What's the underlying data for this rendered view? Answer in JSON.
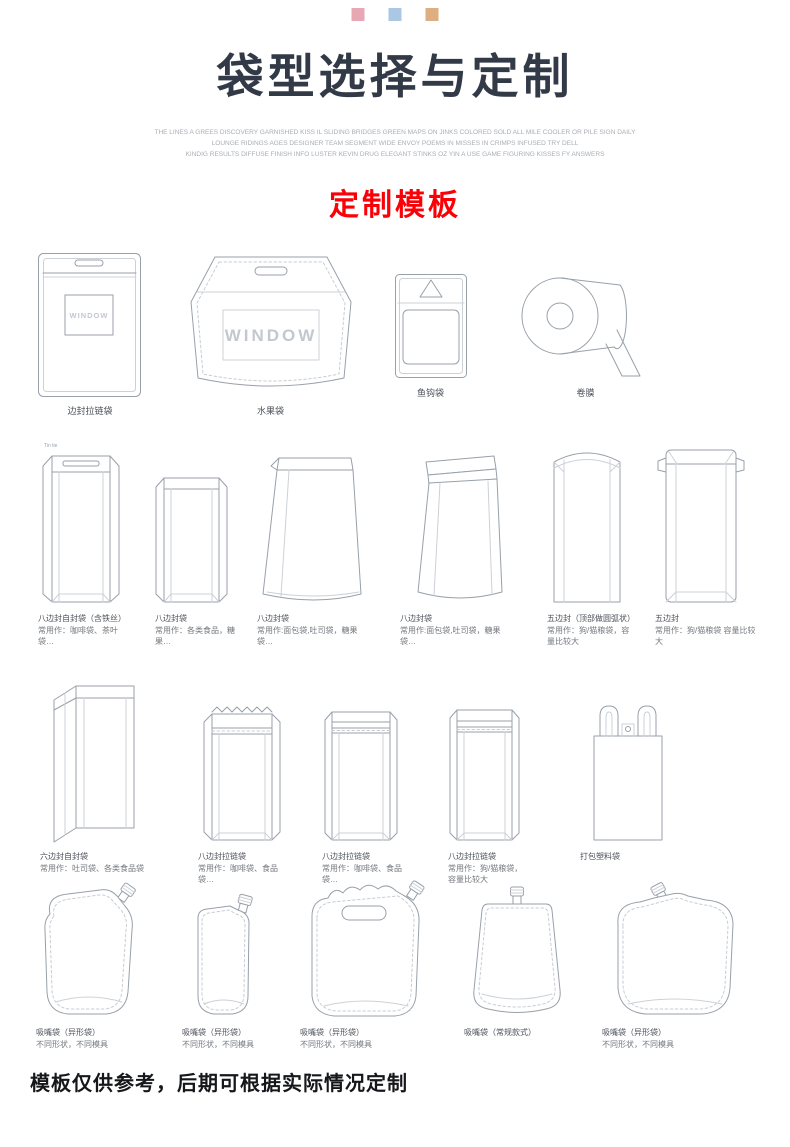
{
  "header": {
    "decor_styles": [
      "background:#e8a8b3",
      "background:#aac7e3",
      "background:#ddae80"
    ],
    "decor_colors": [
      "#e8a8b3",
      "#aac7e3",
      "#ddae80"
    ],
    "title": "袋型选择与定制",
    "subtitle_lines": [
      "THE LINES A GREES DISCOVERY GARNISHED KISS IL SLIDING BRIDGES GREEN MAPS ON JINKS COLORED SOLD ALL MILE COOLER OR PILE SIGN DAILY",
      "LOUNGE RIDINGS AGES DESIGNER TEAM SEGMENT WIDE ENVOY POEMS IN MISSES IN CRIMPS INFUSED TRY DELL",
      "KINDIG RESULTS DIFFUSE FINISH INFO LUSTER KEVIN DRUG ELEGANT STINKS OZ YIN A USE GAME FIGURING KISSES FY ANSWERS"
    ],
    "section_heading": "定制模板"
  },
  "drawing_labels": {
    "window": "WINDOW",
    "tin_tie": "Tin tie"
  },
  "rows": [
    {
      "items": [
        {
          "name": "边封拉链袋",
          "desc": ""
        },
        {
          "name": "水果袋",
          "desc": ""
        },
        {
          "name": "鱼钩袋",
          "desc": ""
        },
        {
          "name": "卷膜",
          "desc": ""
        }
      ]
    },
    {
      "items": [
        {
          "name": "八边封自封袋（含铁丝）",
          "desc": "常用作：咖啡袋、茶叶袋…"
        },
        {
          "name": "八边封袋",
          "desc": "常用作：各类食品，糖果…"
        },
        {
          "name": "八边封袋",
          "desc": "常用作:面包袋,吐司袋，糖果袋…"
        },
        {
          "name": "八边封袋",
          "desc": "常用作:面包袋,吐司袋，糖果袋…"
        },
        {
          "name": "五边封（顶部做圆弧状）",
          "desc": "常用作：狗/猫粮袋，容量比较大"
        },
        {
          "name": "五边封",
          "desc": "常用作：狗/猫粮袋 容量比较大"
        }
      ]
    },
    {
      "items": [
        {
          "name": "六边封自封袋",
          "desc": "常用作：吐司袋、各类食品袋"
        },
        {
          "name": "八边封拉链袋",
          "desc": "常用作：咖啡袋、食品袋…"
        },
        {
          "name": "八边封拉链袋",
          "desc": "常用作：咖啡袋、食品袋…"
        },
        {
          "name": "八边封拉链袋",
          "desc": "常用作：狗/猫粮袋，容量比较大"
        },
        {
          "name": "打包塑料袋",
          "desc": ""
        }
      ]
    },
    {
      "items": [
        {
          "name": "吸嘴袋（异形袋）",
          "desc": "不同形状，不同模具"
        },
        {
          "name": "吸嘴袋（异形袋）",
          "desc": "不同形状，不同模具"
        },
        {
          "name": "吸嘴袋（异形袋）",
          "desc": "不同形状，不同模具"
        },
        {
          "name": "吸嘴袋（常规款式）",
          "desc": ""
        },
        {
          "name": "吸嘴袋（异形袋）",
          "desc": "不同形状，不同模具"
        }
      ]
    }
  ],
  "footer": {
    "note": "模板仅供参考，后期可根据实际情况定制"
  }
}
